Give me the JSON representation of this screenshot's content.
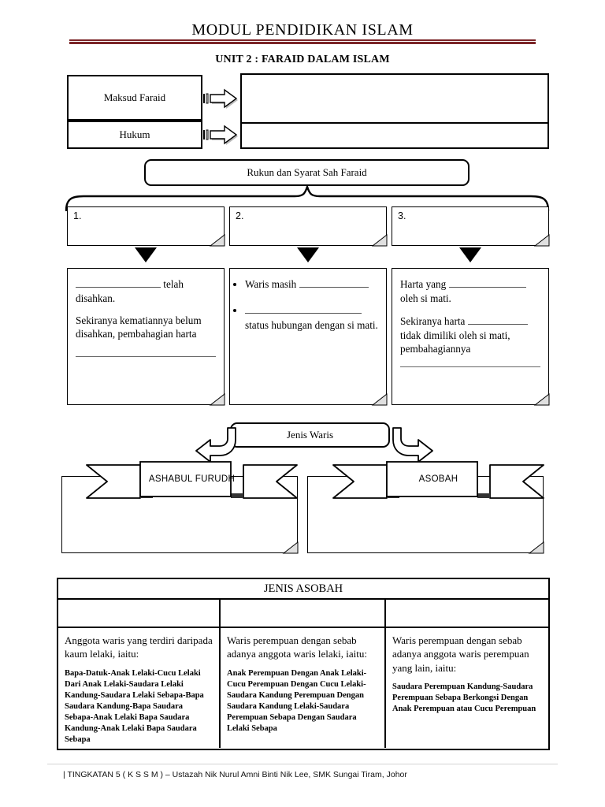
{
  "header": {
    "doc_title": "MODUL PENDIDIKAN ISLAM",
    "unit_title": "UNIT 2 : FARAID DALAM ISLAM",
    "rule_color": "#7b2528"
  },
  "definition_section": {
    "rows": [
      {
        "label": "Maksud Faraid",
        "answer": ""
      },
      {
        "label": "Hukum",
        "answer": ""
      }
    ],
    "arrow_icon": "right-block-arrow-icon"
  },
  "rukun_section": {
    "heading": "Rukun dan Syarat Sah Faraid",
    "brace_icon": "curly-brace-icon",
    "numbered_boxes": [
      {
        "number": "1.",
        "answer": ""
      },
      {
        "number": "2.",
        "answer": ""
      },
      {
        "number": "3.",
        "answer": ""
      }
    ],
    "arrow_icon": "down-triangle-icon",
    "detail_boxes": [
      {
        "id": "detail-1",
        "type": "paragraphs",
        "paragraphs": [
          {
            "pre": "",
            "blank": "_____________",
            "post": " telah disahkan."
          },
          {
            "pre": "Sekiranya kematiannya belum disahkan, pembahagian harta",
            "blank": "",
            "post": "",
            "trailing_rule": true
          }
        ]
      },
      {
        "id": "detail-2",
        "type": "bullets",
        "bullets": [
          {
            "pre": "Waris masih ",
            "blank": "___________",
            "post": ""
          },
          {
            "pre": "",
            "blank": "______________________",
            "post": "status hubungan dengan si mati."
          }
        ]
      },
      {
        "id": "detail-3",
        "type": "paragraphs",
        "paragraphs": [
          {
            "pre": "Harta yang ",
            "blank": "______________",
            "post": " oleh si mati."
          },
          {
            "pre": "Sekiranya harta ",
            "blank": "__________",
            "post": " tidak dimiliki oleh si mati, pembahagiannya",
            "trailing_rule": true
          }
        ]
      }
    ]
  },
  "jenis_waris_section": {
    "heading": "Jenis Waris",
    "arrow_left_icon": "curved-arrow-left-down-icon",
    "arrow_right_icon": "curved-arrow-right-down-icon",
    "banners": [
      {
        "label": "ASHABUL FURUDH",
        "answer": ""
      },
      {
        "label": "ASOBAH",
        "answer": ""
      }
    ]
  },
  "asobah_table": {
    "title": "JENIS ASOBAH",
    "header_cells": [
      "",
      "",
      ""
    ],
    "columns": [
      {
        "lead": "Anggota waris yang terdiri daripada kaum lelaki, iaitu:",
        "detail": "Bapa-Datuk-Anak Lelaki-Cucu Lelaki Dari Anak Lelaki-Saudara Lelaki Kandung-Saudara Lelaki Sebapa-Bapa Saudara Kandung-Bapa Saudara Sebapa-Anak Lelaki Bapa Saudara Kandung-Anak Lelaki Bapa Saudara Sebapa"
      },
      {
        "lead": "Waris perempuan dengan sebab adanya anggota waris lelaki, iaitu:",
        "detail": "Anak Perempuan Dengan Anak Lelaki-Cucu Perempuan Dengan Cucu Lelaki-Saudara Kandung Perempuan Dengan Saudara Kandung Lelaki-Saudara Perempuan Sebapa Dengan Saudara Lelaki Sebapa"
      },
      {
        "lead": "Waris perempuan dengan sebab adanya anggota waris perempuan yang lain, iaitu:",
        "detail": "Saudara Perempuan Kandung-Saudara Perempuan Sebapa Berkongsi Dengan Anak Perempuan atau Cucu Perempuan"
      }
    ]
  },
  "footer": {
    "text": "| TINGKATAN 5 ( K S S M ) – Ustazah Nik Nurul Amni Binti Nik Lee, SMK Sungai Tiram, Johor"
  }
}
